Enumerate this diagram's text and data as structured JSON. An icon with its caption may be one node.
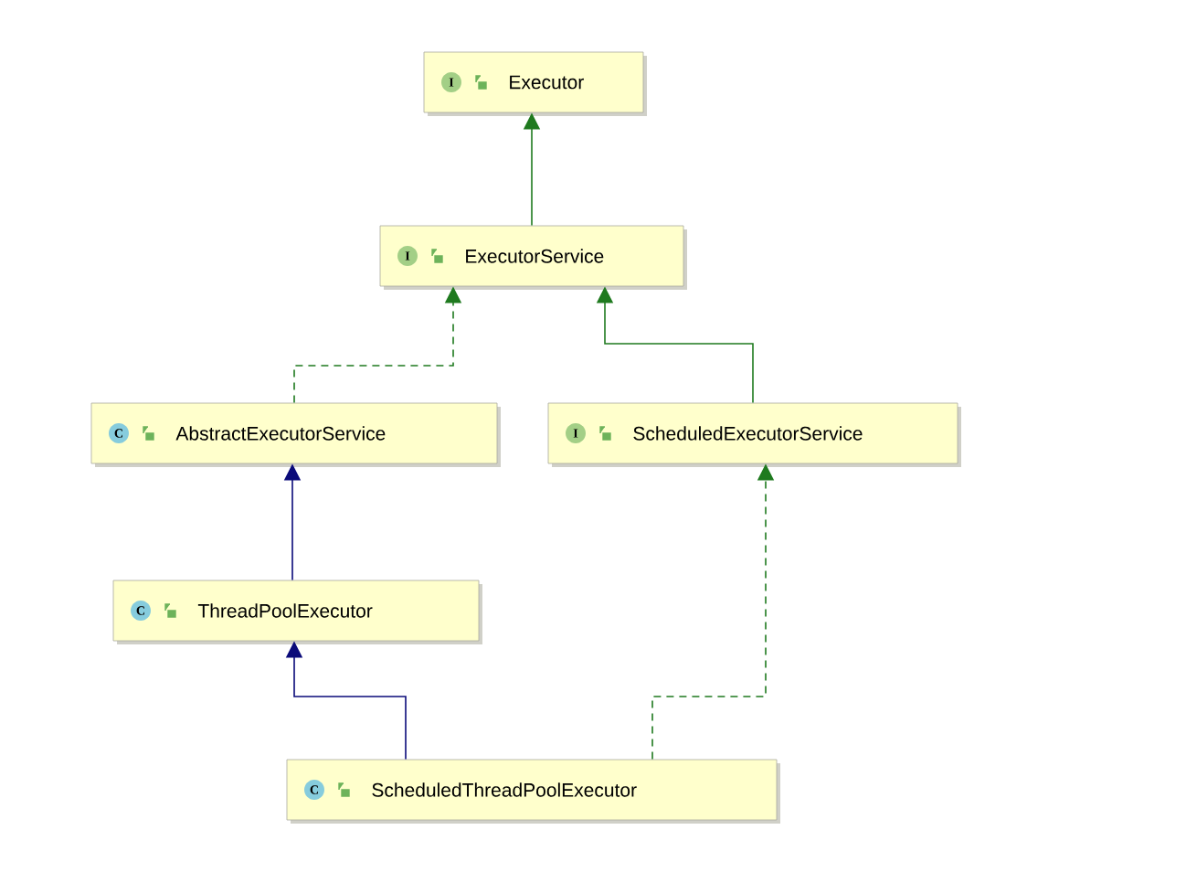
{
  "diagram": {
    "nodes": [
      {
        "text": [
          "I",
          "Executor"
        ]
      },
      {
        "text": [
          "I",
          "ExecutorService"
        ]
      },
      {
        "text": [
          "C",
          "AbstractExecutorService"
        ]
      },
      {
        "text": [
          "I",
          "ScheduledExecutorService"
        ]
      },
      {
        "text": [
          "C",
          "ThreadPoolExecutor"
        ]
      },
      {
        "text": [
          "C",
          "ScheduledThreadPoolExecutor"
        ]
      }
    ],
    "edges": [
      {
        "from": 1,
        "to": 0,
        "arrow": "to"
      },
      {
        "from": 2,
        "to": 1,
        "arrow": "to",
        "style": "dashed"
      },
      {
        "from": 3,
        "to": 1,
        "arrow": "to"
      },
      {
        "from": 4,
        "to": 2,
        "arrow": "to",
        "color": "#0b0b7a"
      },
      {
        "from": 5,
        "to": 4,
        "arrow": "to",
        "color": "#0b0b7a"
      },
      {
        "from": 5,
        "to": 3,
        "arrow": "to",
        "style": "dashed"
      }
    ]
  }
}
